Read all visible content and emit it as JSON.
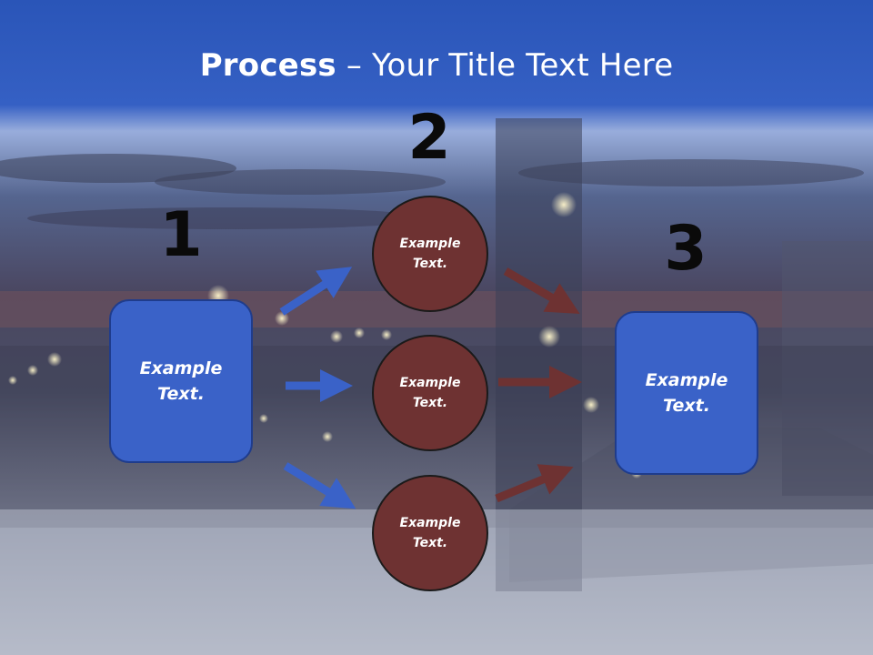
{
  "title": {
    "bold": "Process",
    "rest": " – Your Title Text Here"
  },
  "steps": {
    "n1": "1",
    "n2": "2",
    "n3": "3"
  },
  "left_box": {
    "text": "Example\nText."
  },
  "right_box": {
    "text": "Example\nText."
  },
  "circles": [
    {
      "text": "Example\nText."
    },
    {
      "text": "Example\nText."
    },
    {
      "text": "Example\nText."
    }
  ],
  "colors": {
    "box_fill": "#3a62c8",
    "circle_fill": "#6e3232",
    "blue_arrow": "#3a62c8",
    "brown_arrow": "#6e3232"
  }
}
